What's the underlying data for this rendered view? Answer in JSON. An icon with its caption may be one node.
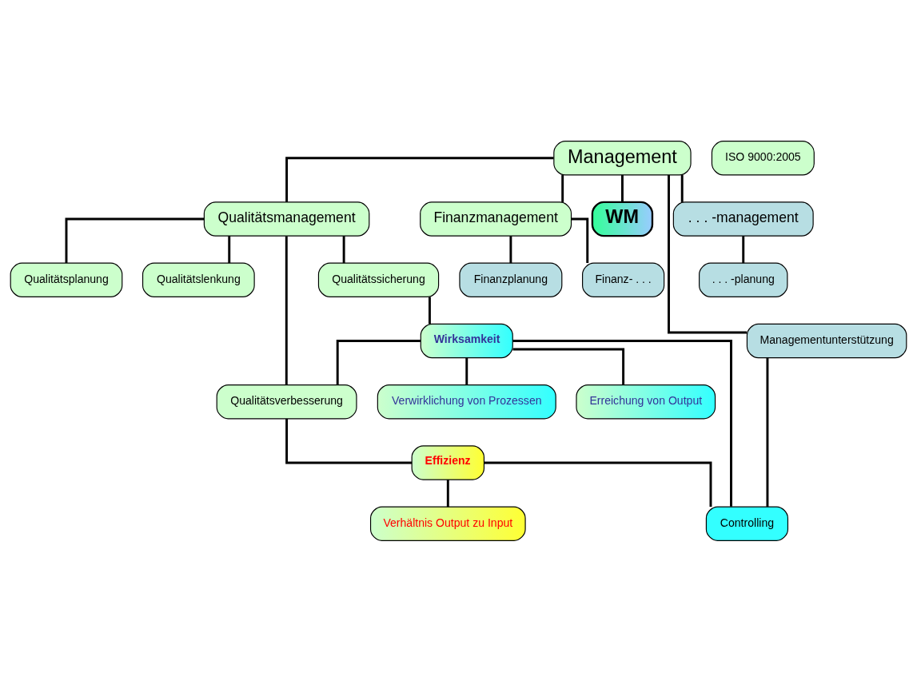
{
  "diagram": {
    "nodes": [
      {
        "text": [
          "Management"
        ]
      },
      {
        "text": [
          "Qualitätsmanagement"
        ]
      },
      {
        "text": [
          "Finanzmanagement"
        ]
      },
      {
        "text": [
          "WM"
        ]
      },
      {
        "text": [
          ". . . -management"
        ]
      },
      {
        "text": [
          "Managementunterstützung"
        ]
      },
      {
        "text": [
          "Qualitätsplanung"
        ]
      },
      {
        "text": [
          "Qualitätslenkung"
        ]
      },
      {
        "text": [
          "Qualitätssicherung"
        ]
      },
      {
        "text": [
          "Qualitätsverbesserung"
        ]
      },
      {
        "text": [
          "Finanzplanung"
        ]
      },
      {
        "text": [
          "Finanz- . . ."
        ]
      },
      {
        "text": [
          ". . . -planung"
        ]
      },
      {
        "text": [
          "Wirksamkeit"
        ]
      },
      {
        "text": [
          "Verwirklichung von Prozessen"
        ]
      },
      {
        "text": [
          "Erreichung von Output"
        ]
      },
      {
        "text": [
          "Effizienz"
        ]
      },
      {
        "text": [
          "Verhältnis Output zu Input"
        ]
      },
      {
        "text": [
          "Controlling"
        ]
      },
      {
        "text": [
          "ISO 9000:2005"
        ]
      }
    ],
    "edges": [
      {
        "from": 0,
        "to": 1,
        "arrow": "none"
      },
      {
        "from": 0,
        "to": 2,
        "arrow": "none"
      },
      {
        "from": 0,
        "to": 3,
        "arrow": "none"
      },
      {
        "from": 0,
        "to": 4,
        "arrow": "none"
      },
      {
        "from": 0,
        "to": 5,
        "arrow": "none"
      },
      {
        "from": 1,
        "to": 6,
        "arrow": "none"
      },
      {
        "from": 1,
        "to": 7,
        "arrow": "none"
      },
      {
        "from": 1,
        "to": 8,
        "arrow": "none"
      },
      {
        "from": 1,
        "to": 9,
        "arrow": "none"
      },
      {
        "from": 2,
        "to": 10,
        "arrow": "none"
      },
      {
        "from": 2,
        "to": 11,
        "arrow": "none"
      },
      {
        "from": 4,
        "to": 12,
        "arrow": "none"
      },
      {
        "from": 8,
        "to": 13,
        "arrow": "none"
      },
      {
        "from": 13,
        "to": 14,
        "arrow": "none"
      },
      {
        "from": 13,
        "to": 15,
        "arrow": "none"
      },
      {
        "from": 13,
        "to": 9,
        "arrow": "none"
      },
      {
        "from": 9,
        "to": 16,
        "arrow": "none"
      },
      {
        "from": 16,
        "to": 17,
        "arrow": "none"
      },
      {
        "from": 13,
        "to": 18,
        "arrow": "none"
      },
      {
        "from": 16,
        "to": 18,
        "arrow": "none"
      },
      {
        "from": 5,
        "to": 18,
        "arrow": "none"
      }
    ]
  }
}
